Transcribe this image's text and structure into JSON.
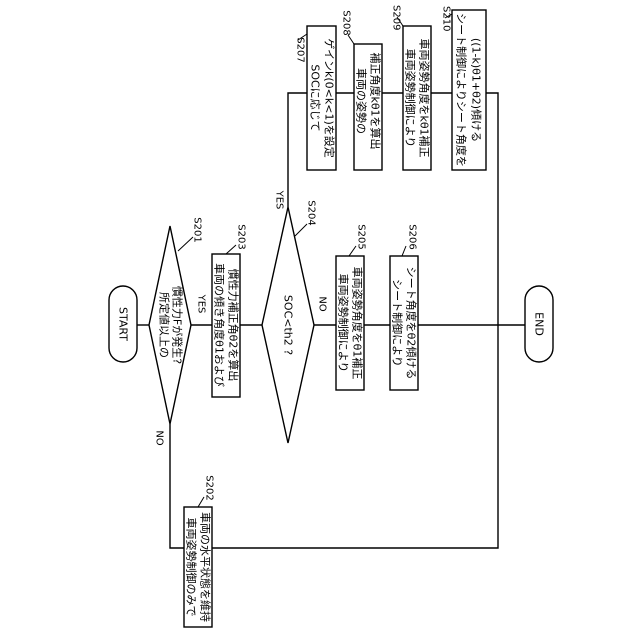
{
  "start": "START",
  "end": "END",
  "yes": "YES",
  "no": "NO",
  "steps": {
    "s201": {
      "label": "S201",
      "lines": [
        "所定値以上の",
        "慣性力Fが発生?"
      ]
    },
    "s202": {
      "label": "S202",
      "lines": [
        "車両姿勢制御のみで",
        "車両の水平状態を維持"
      ]
    },
    "s203": {
      "label": "S203",
      "lines": [
        "車両の傾き角度θ1および",
        "慣性力補正角θ2を算出"
      ]
    },
    "s204": {
      "label": "S204",
      "lines": [
        "SOC<th2 ?"
      ]
    },
    "s205": {
      "label": "S205",
      "lines": [
        "車両姿勢制御により",
        "車両姿勢角度をθ1補正"
      ]
    },
    "s206": {
      "label": "S206",
      "lines": [
        "シート制御により",
        "シート角度をθ2傾ける"
      ]
    },
    "s207": {
      "label": "S207",
      "lines": [
        "SOCに応じて",
        "ゲインk(0<k<1)を設定"
      ]
    },
    "s208": {
      "label": "S208",
      "lines": [
        "車両の姿勢の",
        "補正角度kθ1を算出"
      ]
    },
    "s209": {
      "label": "S209",
      "lines": [
        "車両姿勢制御により",
        "車両姿勢角度をkθ1補正"
      ]
    },
    "s210": {
      "label": "S210",
      "lines": [
        "シート制御によりシート角度を",
        "((1-k)θ1+θ2)傾ける"
      ]
    }
  }
}
